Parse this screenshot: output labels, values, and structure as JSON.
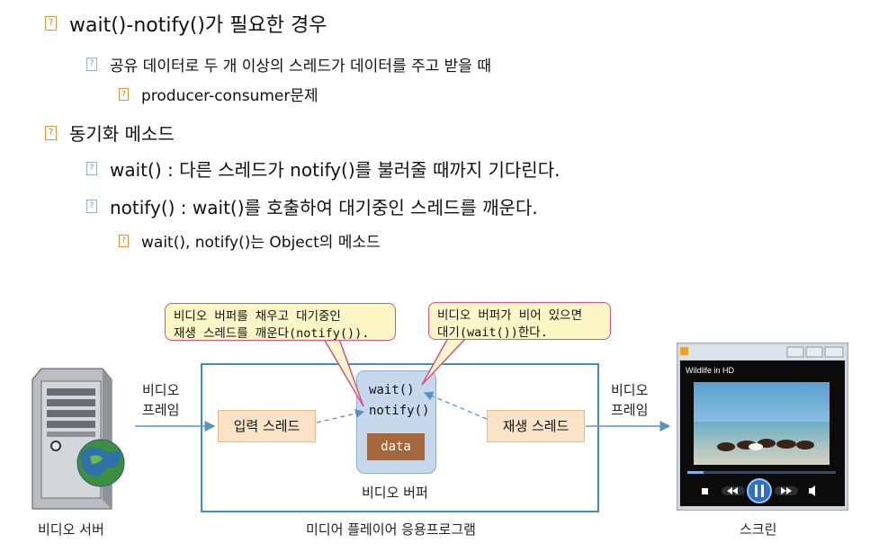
{
  "bullets": {
    "marker": "?",
    "b1": "wait()-notify()가 필요한 경우",
    "b1_1": "공유 데이터로 두 개 이상의 스레드가 데이터를 주고 받을 때",
    "b1_1_1": "producer-consumer문제",
    "b2": "동기화 메소드",
    "b2_1": "wait() : 다른 스레드가 notify()를 불러줄 때까지 기다린다.",
    "b2_2": "notify() : wait()를 호출하여 대기중인 스레드를 깨운다.",
    "b2_2_1": "wait(), notify()는 Object의 메소드"
  },
  "diagram": {
    "callout_left_line1": "비디오 버퍼를 채우고 대기중인",
    "callout_left_line2": "재생 스레드를 깨운다(notify()).",
    "callout_right_line1": "비디오 버퍼가 비어 있으면",
    "callout_right_line2": "대기(wait())한다.",
    "frame_left_line1": "비디오",
    "frame_left_line2": "프레임",
    "frame_right_line1": "비디오",
    "frame_right_line2": "프레임",
    "input_thread": "입력 스레드",
    "play_thread": "재생 스레드",
    "buffer_wait": "wait()",
    "buffer_notify": "notify()",
    "buffer_data": "data",
    "buffer_label": "비디오 버퍼",
    "server_label": "비디오 서버",
    "app_label": "미디어 플레이어 응용프로그램",
    "screen_label": "스크린",
    "player_title": "Wildlife in HD"
  },
  "colors": {
    "bullet_orange": "#d9963a",
    "bullet_blue": "#8fb4cf",
    "frame_blue": "#3f8cc9",
    "callout_fill": "#fdf7c7",
    "callout_border": "#d8508a",
    "thread_fill": "#fbe3c7",
    "buffer_fill": "#c7d8ec",
    "data_fill": "#a5683c"
  },
  "icons": {
    "bullet": "question-box-icon",
    "server": "server-tower-icon",
    "globe": "globe-icon",
    "player": "media-player-window-icon"
  }
}
